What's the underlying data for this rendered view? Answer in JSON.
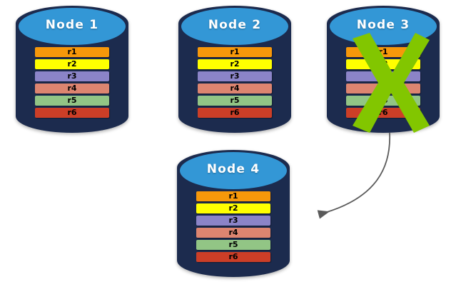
{
  "diagram": {
    "title_hidden": "",
    "background_color": "#ffffff",
    "node_body_color": "#1c2b4e",
    "node_top_color": "#3397d6",
    "node_title_color": "#ffffff",
    "x_mark_color": "#82c600",
    "arrow_color": "#5a5a5a"
  },
  "record_colors": {
    "r1": "#f7980a",
    "r2": "#ffff00",
    "r3": "#8b84c8",
    "r4": "#dd8570",
    "r5": "#92c585",
    "r6": "#cc3e27"
  },
  "nodes": [
    {
      "id": "node-1",
      "label": "Node  1",
      "failed": false,
      "records": [
        {
          "label": "r1",
          "color": "#f7980a"
        },
        {
          "label": "r2",
          "color": "#ffff00"
        },
        {
          "label": "r3",
          "color": "#8b84c8"
        },
        {
          "label": "r4",
          "color": "#dd8570"
        },
        {
          "label": "r5",
          "color": "#92c585"
        },
        {
          "label": "r6",
          "color": "#cc3e27"
        }
      ]
    },
    {
      "id": "node-2",
      "label": "Node  2",
      "failed": false,
      "records": [
        {
          "label": "r1",
          "color": "#f7980a"
        },
        {
          "label": "r2",
          "color": "#ffff00"
        },
        {
          "label": "r3",
          "color": "#8b84c8"
        },
        {
          "label": "r4",
          "color": "#dd8570"
        },
        {
          "label": "r5",
          "color": "#92c585"
        },
        {
          "label": "r6",
          "color": "#cc3e27"
        }
      ]
    },
    {
      "id": "node-3",
      "label": "Node  3",
      "failed": true,
      "records": [
        {
          "label": "r1",
          "color": "#f7980a"
        },
        {
          "label": "r2",
          "color": "#ffff00"
        },
        {
          "label": "r3",
          "color": "#8b84c8"
        },
        {
          "label": "r4",
          "color": "#dd8570"
        },
        {
          "label": "r5",
          "color": "#92c585"
        },
        {
          "label": "r6",
          "color": "#cc3e27"
        }
      ]
    },
    {
      "id": "node-4",
      "label": "Node  4",
      "failed": false,
      "records": [
        {
          "label": "r1",
          "color": "#f7980a"
        },
        {
          "label": "r2",
          "color": "#ffff00"
        },
        {
          "label": "r3",
          "color": "#8b84c8"
        },
        {
          "label": "r4",
          "color": "#dd8570"
        },
        {
          "label": "r5",
          "color": "#92c585"
        },
        {
          "label": "r6",
          "color": "#cc3e27"
        }
      ]
    }
  ],
  "annotations": {
    "x_mark_name": "failure-x-mark",
    "arrow_name": "replication-arrow"
  }
}
